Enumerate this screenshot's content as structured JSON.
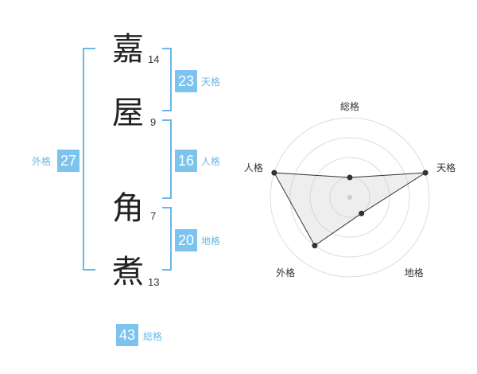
{
  "name": {
    "chars": [
      {
        "char": "嘉",
        "strokes": "14"
      },
      {
        "char": "屋",
        "strokes": "9"
      },
      {
        "char": "角",
        "strokes": "7"
      },
      {
        "char": "煮",
        "strokes": "13"
      }
    ]
  },
  "scores": {
    "tenkaku": {
      "value": "23",
      "label": "天格"
    },
    "jinkaku": {
      "value": "16",
      "label": "人格"
    },
    "chikaku": {
      "value": "20",
      "label": "地格"
    },
    "gaikaku": {
      "value": "27",
      "label": "外格"
    },
    "soukaku": {
      "value": "43",
      "label": "総格"
    }
  },
  "colors": {
    "accent": "#7cc4ee",
    "bracket": "#6ab7e6",
    "label": "#6ab7e6"
  },
  "chart_data": {
    "type": "radar",
    "axes": [
      "総格",
      "天格",
      "地格",
      "外格",
      "人格"
    ],
    "values": [
      1,
      4,
      1,
      3,
      4
    ],
    "max": 4,
    "rings": 4
  }
}
